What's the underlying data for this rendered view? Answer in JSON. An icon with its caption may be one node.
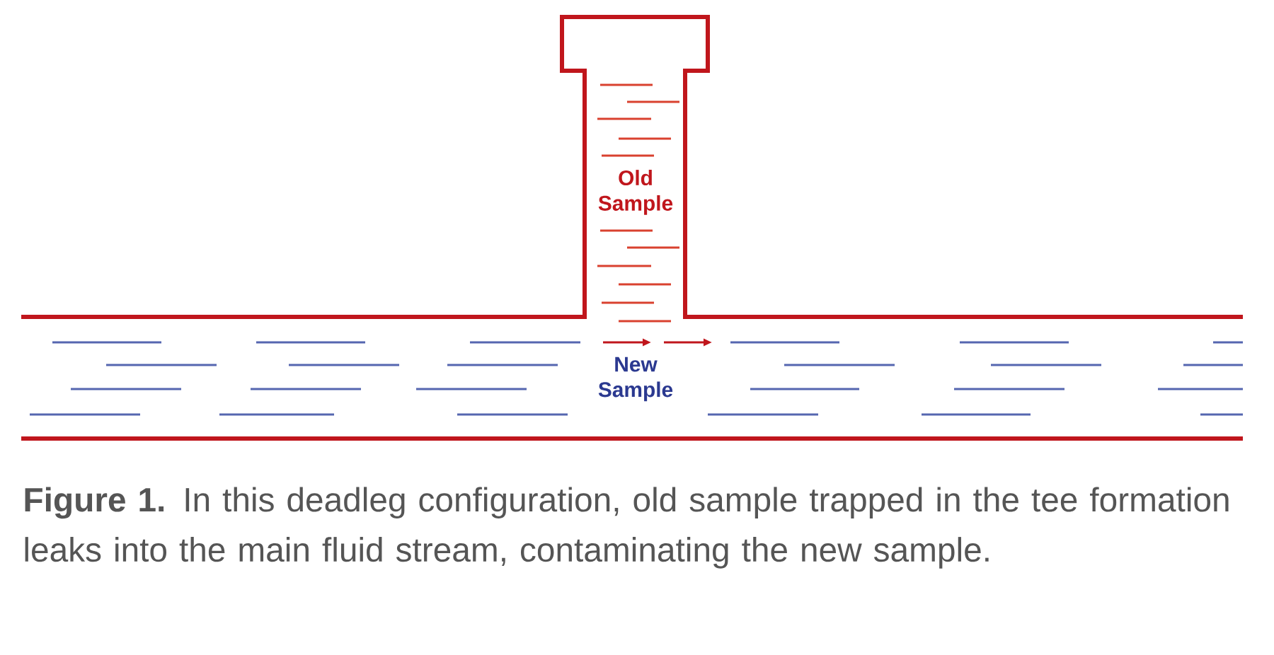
{
  "diagram": {
    "caption": "**Figure 1.** In this deadleg configuration, old sample trapped in the tee formation leaks into the main fluid stream, contaminating the new sample.",
    "labels": [
      "Old Sample",
      "New Sample"
    ]
  }
}
